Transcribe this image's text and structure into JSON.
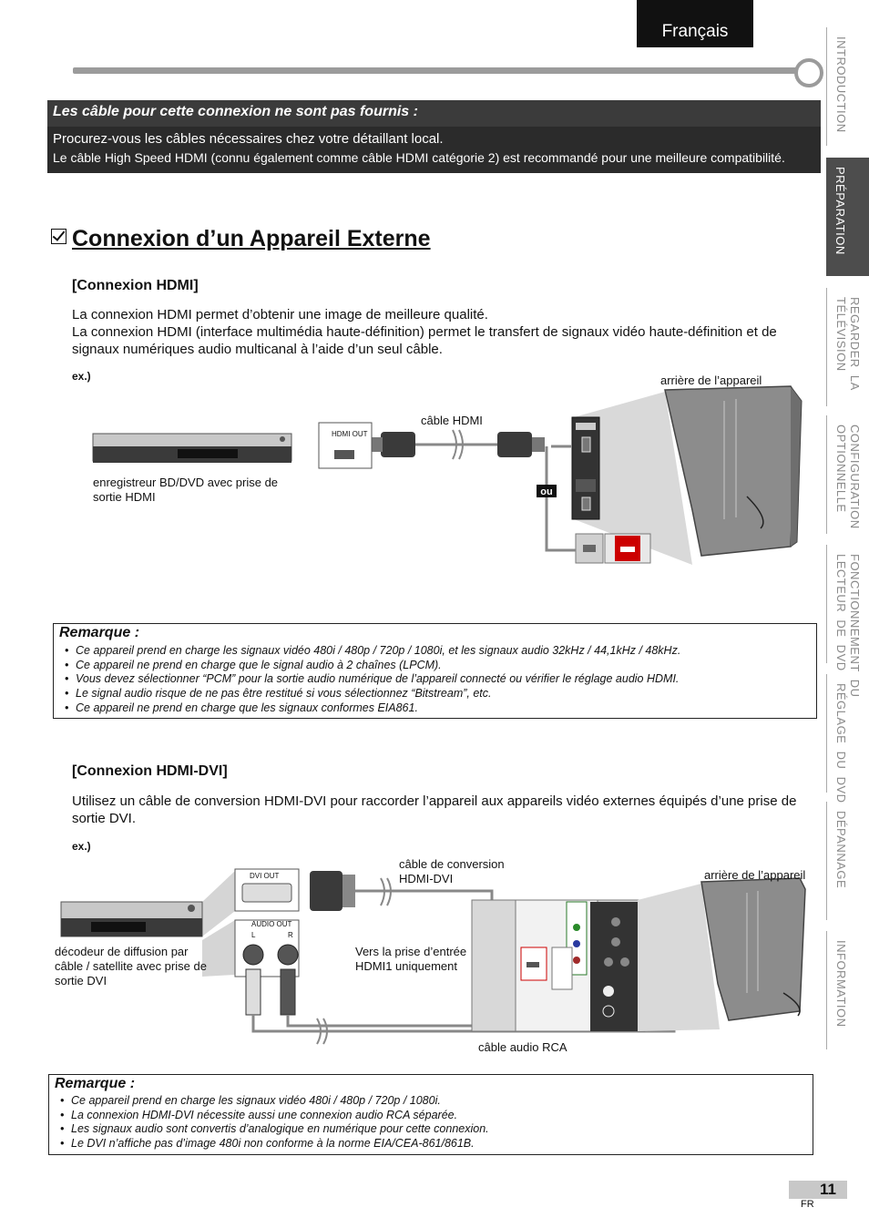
{
  "header": {
    "language": "Français"
  },
  "cable_note": {
    "title": "Les câble pour cette connexion ne sont pas fournis :",
    "line1": "Procurez-vous les câbles nécessaires chez votre détaillant local.",
    "line2": "Le câble High Speed HDMI (connu également comme câble HDMI catégorie 2) est recommandé pour une meilleure compatibilité."
  },
  "section": {
    "title": "Connexion d’un Appareil Externe"
  },
  "hdmi": {
    "heading": "[Connexion HDMI]",
    "p1": "La connexion HDMI permet d’obtenir une image de meilleure qualité.",
    "p2": "La connexion HDMI (interface multimédia haute-définition) permet le transfert de signaux vidéo haute-définition et de signaux numériques audio multicanal à l’aide d’un seul câble.",
    "ex": "ex.)",
    "rear_label": "arrière de l’appareil",
    "cable_label": "câble HDMI",
    "port_label": "HDMI OUT",
    "device_label": "enregistreur BD/DVD avec prise de sortie HDMI",
    "ou": "ou"
  },
  "remarque1": {
    "title": "Remarque :",
    "items": [
      "Ce appareil prend en charge les signaux vidéo 480i / 480p / 720p / 1080i, et les signaux audio 32kHz / 44,1kHz / 48kHz.",
      "Ce appareil ne prend en charge que le signal audio à 2 chaînes (LPCM).",
      "Vous devez sélectionner “PCM” pour la sortie audio numérique de l’appareil connecté ou vérifier le réglage audio HDMI.",
      "Le signal audio risque de ne pas être restitué si vous sélectionnez “Bitstream”, etc.",
      "Ce appareil ne prend en charge que les signaux conformes EIA861."
    ]
  },
  "hdmidvi": {
    "heading": "[Connexion HDMI-DVI]",
    "p1": "Utilisez un câble de conversion HDMI-DVI pour raccorder l’appareil aux appareils vidéo externes équipés d’une prise de sortie DVI.",
    "ex": "ex.)",
    "dvi_out": "DVI OUT",
    "audio_out": "AUDIO OUT",
    "audio_l": "L",
    "audio_r": "R",
    "conv_label_1": "câble de conversion",
    "conv_label_2": "HDMI-DVI",
    "rear_label": "arrière de l’appareil",
    "device_label_1": "décodeur de diffusion par",
    "device_label_2": "câble / satellite avec prise de",
    "device_label_3": "sortie DVI",
    "input_label_1": "Vers la prise d’entrée",
    "input_label_2": "HDMI1 uniquement",
    "rca_label": "câble audio RCA"
  },
  "remarque2": {
    "title": "Remarque :",
    "items": [
      "Ce appareil prend en charge les signaux vidéo 480i / 480p / 720p / 1080i.",
      "La connexion HDMI-DVI nécessite aussi une connexion audio RCA séparée.",
      "Les signaux audio sont convertis d’analogique en numérique pour cette connexion.",
      "Le DVI n’affiche pas d’image 480i non conforme à la norme EIA/CEA-861/861B."
    ]
  },
  "side_tabs": [
    "INTRODUCTION",
    "PRÉPARATION",
    "REGARDER  LA\nTÉLÉVISION",
    "CONFIGURATION\nOPTIONNELLE",
    "FONCTIONNEMENT  DU\nLECTEUR  DE  DVD",
    "RÉGLAGE  DU  DVD",
    "DÉPANNAGE",
    "INFORMATION"
  ],
  "footer": {
    "page": "11",
    "lang": "FR"
  }
}
